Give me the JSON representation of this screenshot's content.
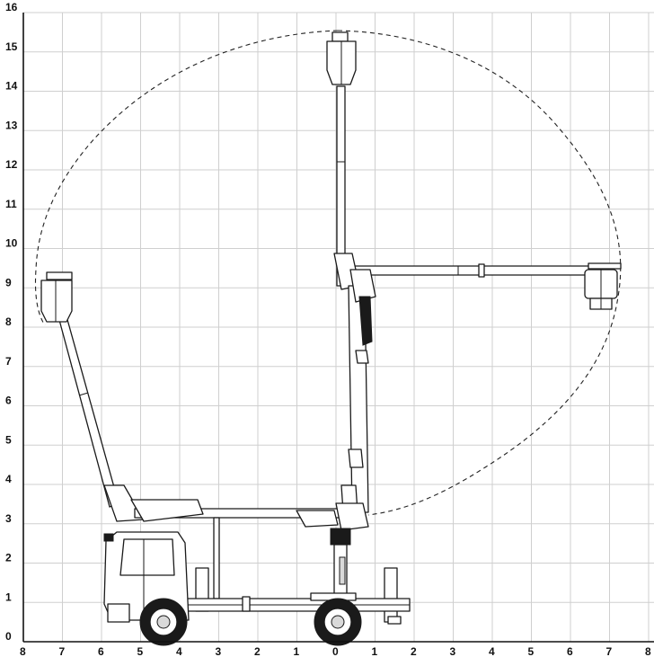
{
  "axes": {
    "x_tick_labels": [
      "8",
      "7",
      "6",
      "5",
      "4",
      "3",
      "2",
      "1",
      "0",
      "1",
      "2",
      "3",
      "4",
      "5",
      "6",
      "7",
      "8"
    ],
    "y_tick_labels": [
      "0",
      "1",
      "2",
      "3",
      "4",
      "5",
      "6",
      "7",
      "8",
      "9",
      "10",
      "11",
      "12",
      "13",
      "14",
      "15",
      "16"
    ],
    "x_range": [
      -8,
      8
    ],
    "y_range": [
      0,
      16
    ],
    "grid": true
  },
  "working_envelope": {
    "style": "dashed",
    "max_height": 15.5,
    "max_outreach_left": 7.6,
    "max_outreach_right": 7.1
  },
  "boom_positions": [
    {
      "name": "left-reach",
      "basket_x": -7.2,
      "basket_y": 8.7
    },
    {
      "name": "vertical",
      "basket_x": 0,
      "basket_y": 14.8
    },
    {
      "name": "right-reach",
      "basket_x": 6.5,
      "basket_y": 8.9
    }
  ],
  "colors": {
    "grid": "#cfcfcf",
    "axis": "#111111",
    "drawing": "#1a1a1a",
    "background": "#ffffff"
  }
}
